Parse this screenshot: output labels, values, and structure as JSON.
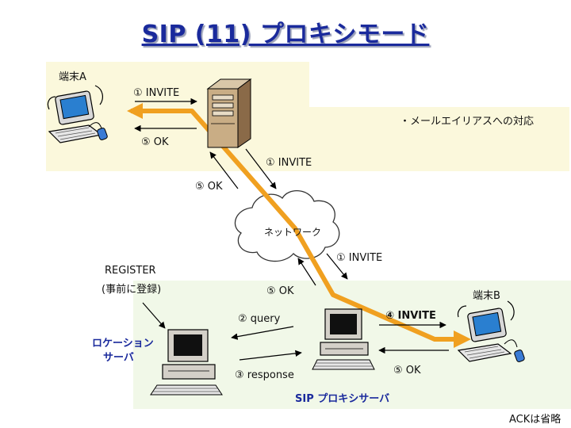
{
  "title": "SIP (11) プロキシモード",
  "terminal_a": "端末A",
  "terminal_b": "端末B",
  "note": "・メールエイリアスへの対応",
  "network": "ネットワーク",
  "register_line1": "REGISTER",
  "register_line2": "(事前に登録)",
  "location_server_line1": "ロケーション",
  "location_server_line2": "サーバ",
  "sip_proxy_server": "SIP プロキシサーバ",
  "ack_omitted": "ACKは省略",
  "messages": {
    "invite_1a": "① INVITE",
    "ok_5a": "⑤ OK",
    "invite_1b": "① INVITE",
    "ok_5b": "⑤ OK",
    "invite_1c": "① INVITE",
    "ok_5c": "⑤ OK",
    "query_2": "② query",
    "response_3": "③ response",
    "invite_4": "④ INVITE",
    "ok_5d": "⑤ OK"
  },
  "colors": {
    "signal_path": "#f0a020",
    "title": "#1a2a9c",
    "panel_a": "#fbf8dc",
    "panel_b": "#f1f8e8"
  }
}
